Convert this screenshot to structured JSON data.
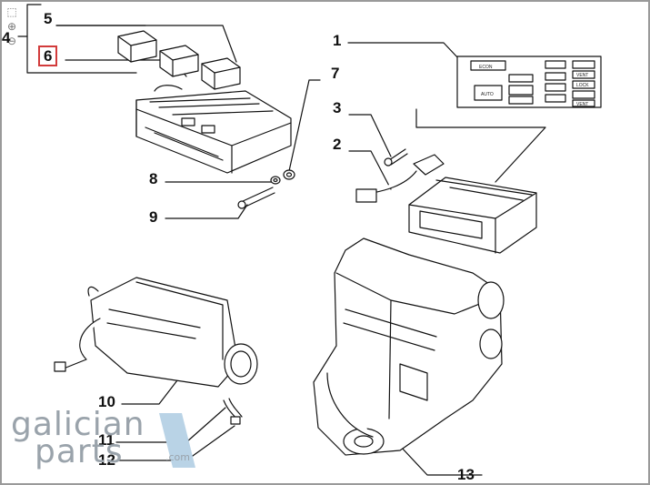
{
  "callouts": [
    {
      "id": "1",
      "label": "1"
    },
    {
      "id": "2",
      "label": "2"
    },
    {
      "id": "3",
      "label": "3"
    },
    {
      "id": "4",
      "label": "4"
    },
    {
      "id": "5",
      "label": "5"
    },
    {
      "id": "6",
      "label": "6",
      "highlighted": true
    },
    {
      "id": "7",
      "label": "7"
    },
    {
      "id": "8",
      "label": "8"
    },
    {
      "id": "9",
      "label": "9"
    },
    {
      "id": "10",
      "label": "10"
    },
    {
      "id": "11",
      "label": "11"
    },
    {
      "id": "12",
      "label": "12"
    },
    {
      "id": "13",
      "label": "13"
    }
  ],
  "control_panel": {
    "econ": "ECON",
    "auto": "AUTO",
    "vent": "VENT",
    "lock": "LOCK",
    "vent2": "VENT"
  },
  "toolbar": {
    "tools": [
      {
        "name": "fit-page-icon",
        "glyph": "⬚"
      },
      {
        "name": "zoom-in-icon",
        "glyph": "⊕"
      },
      {
        "name": "zoom-out-icon",
        "glyph": "⊖"
      }
    ]
  },
  "watermark": {
    "line1": "galician",
    "line2": "parts",
    "suffix": ".com"
  },
  "colors": {
    "highlight": "#d23b3b",
    "line": "#111111",
    "watermark": "#9aa3ab",
    "watermark_accent": "#b9d3e6"
  }
}
